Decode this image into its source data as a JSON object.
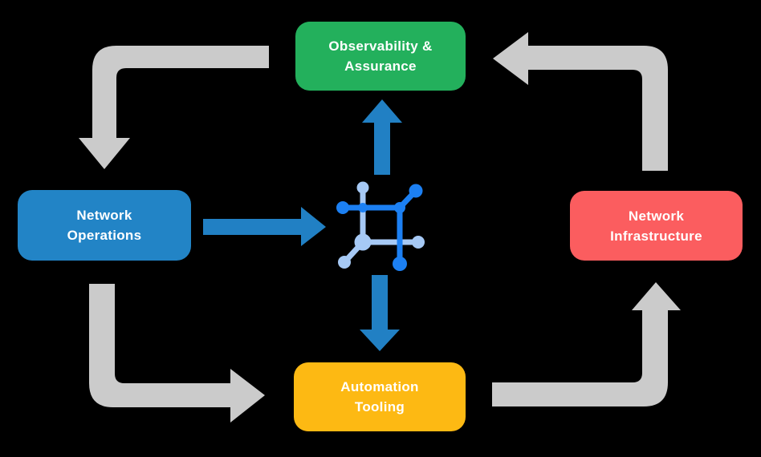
{
  "diagram": {
    "background_color": "#000000",
    "colors": {
      "arrow_gray": "#CBCBCB",
      "arrow_blue": "#2180C4",
      "icon_dark_blue": "#1C80F3",
      "icon_light_blue": "#A6C9F5",
      "text": "#FFFFFF"
    },
    "nodes": [
      {
        "id": "observability-assurance",
        "line1": "Observability &",
        "line2": "Assurance",
        "color": "#23B05C"
      },
      {
        "id": "network-operations",
        "line1": "Network",
        "line2": "Operations",
        "color": "#2284C6"
      },
      {
        "id": "network-infrastructure",
        "line1": "Network",
        "line2": "Infrastructure",
        "color": "#FB5D5F"
      },
      {
        "id": "automation-tooling",
        "line1": "Automation",
        "line2": "Tooling",
        "color": "#FDB913"
      }
    ],
    "center_icon": "network-automation-icon",
    "arrows": [
      {
        "from": "observability-assurance",
        "to": "network-operations",
        "style": "gray-elbow"
      },
      {
        "from": "network-operations",
        "to": "automation-tooling",
        "style": "gray-elbow"
      },
      {
        "from": "automation-tooling",
        "to": "network-infrastructure",
        "style": "gray-elbow"
      },
      {
        "from": "network-infrastructure",
        "to": "observability-assurance",
        "style": "gray-elbow"
      },
      {
        "from": "network-operations",
        "to": "center-icon",
        "style": "blue-straight"
      },
      {
        "from": "center-icon",
        "to": "observability-assurance",
        "style": "blue-straight"
      },
      {
        "from": "center-icon",
        "to": "automation-tooling",
        "style": "blue-straight"
      }
    ]
  }
}
